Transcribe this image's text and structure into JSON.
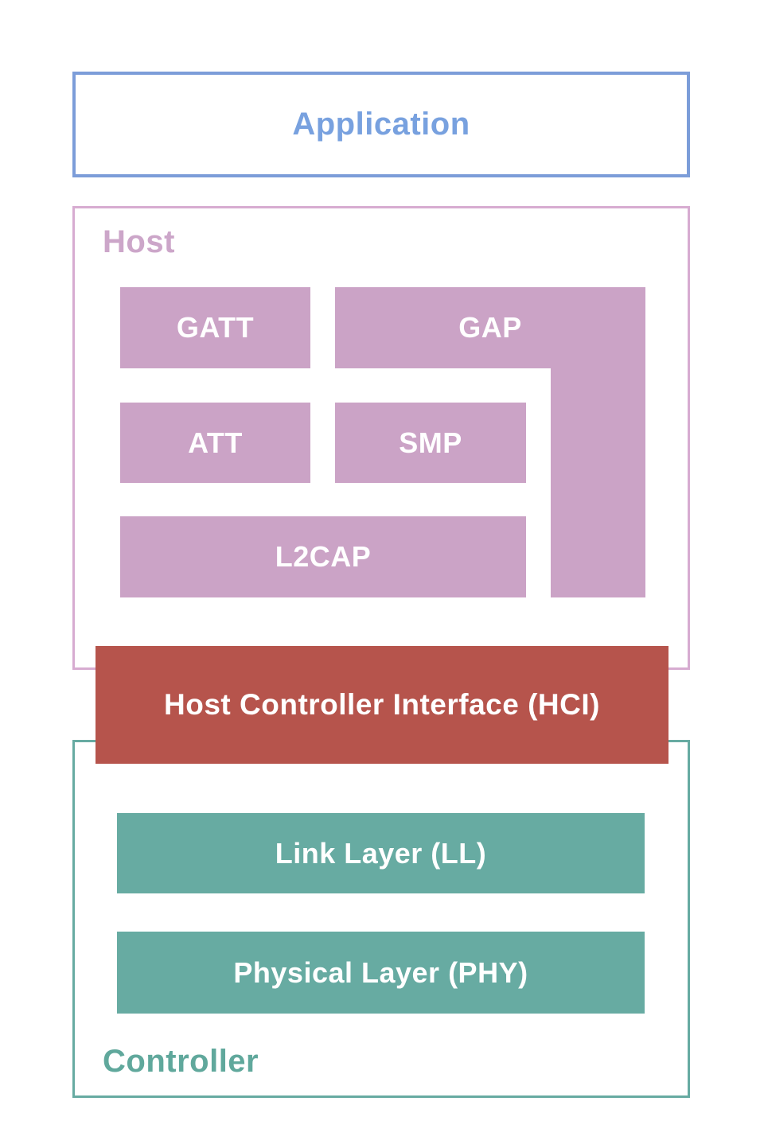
{
  "application": {
    "label": "Application"
  },
  "host": {
    "label": "Host",
    "blocks": {
      "gatt": "GATT",
      "gap": "GAP",
      "att": "ATT",
      "smp": "SMP",
      "l2cap": "L2CAP"
    }
  },
  "hci": {
    "label": "Host Controller Interface (HCI)"
  },
  "controller": {
    "label": "Controller",
    "blocks": {
      "link_layer": "Link Layer (LL)",
      "physical_layer": "Physical Layer (PHY)"
    }
  },
  "colors": {
    "application_border": "#7C9DD9",
    "application_text": "#78A1DF",
    "host_border": "#D7ACD1",
    "host_text": "#CCA6C9",
    "mauve_block_fill": "#CBA3C6",
    "hci_fill": "#B6544C",
    "teal_block_fill": "#67ABA2",
    "controller_border": "#67ABA2",
    "controller_text": "#60A89C",
    "block_text": "#FFFFFF"
  }
}
